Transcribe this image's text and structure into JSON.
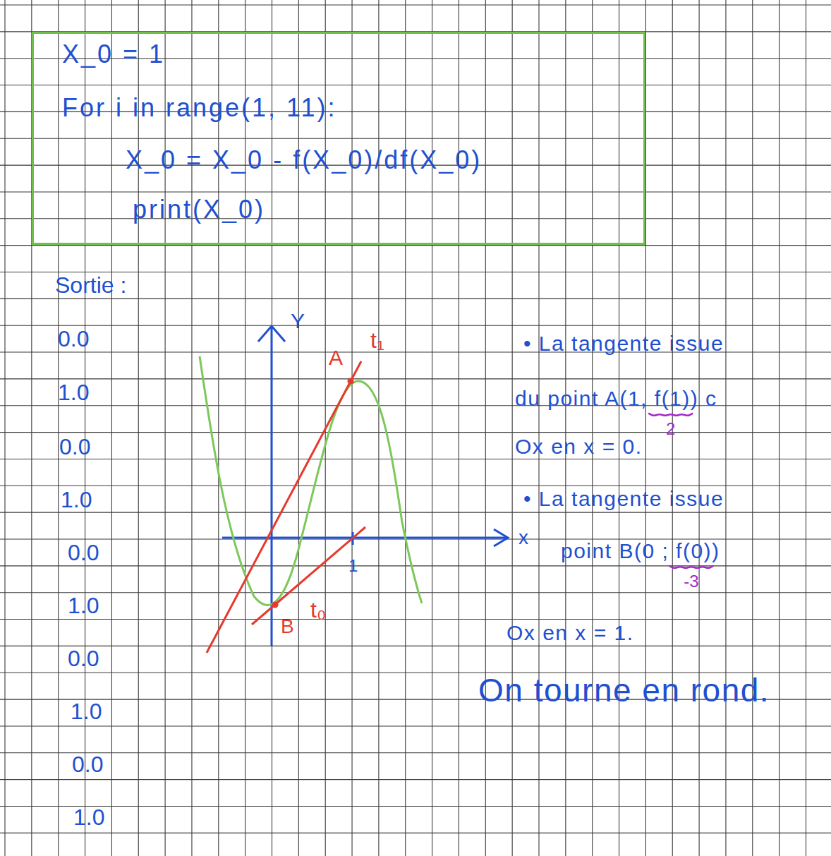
{
  "diagram": {
    "nodes": [
      {
        "text": [
          "X_0 = 1",
          "For i in range(1, 11):",
          "X_0 = X_0 - f(X_0)/df(X_0)",
          "print(X_0)"
        ]
      }
    ],
    "labels": [
      "Sortie :",
      "0.0",
      "1.0",
      "0.0",
      "1.0",
      "0.0",
      "1.0",
      "0.0",
      "1.0",
      "0.0",
      "1.0",
      "Y",
      "x",
      "1",
      "A",
      "t₁",
      "B",
      "t₀",
      "• La tangente issue",
      "du point A(1, f(1)) c",
      "2",
      "Ox en x = 0.",
      "• La tangente issue",
      "point B(0 ; f(0))",
      "-3",
      "Ox en x = 1.",
      "On tourne en rond."
    ]
  }
}
